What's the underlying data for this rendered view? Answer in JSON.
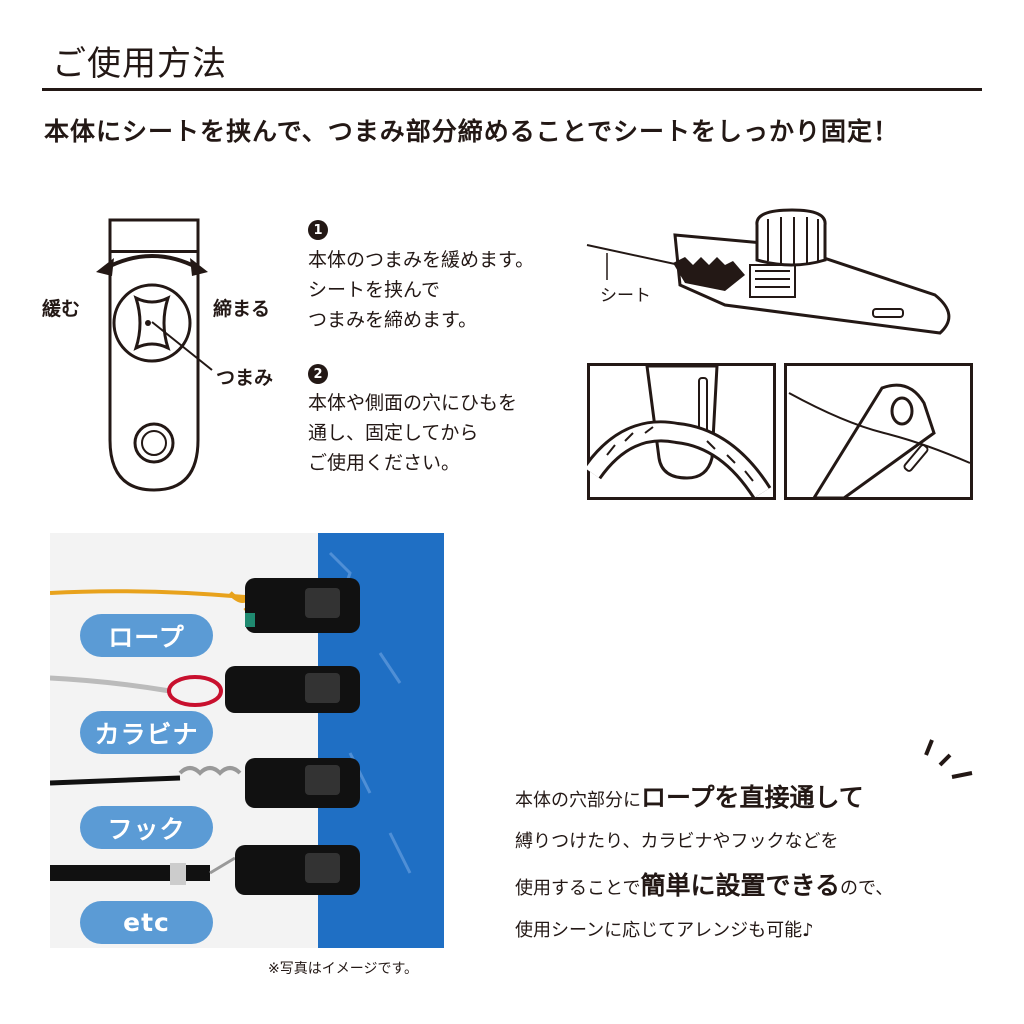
{
  "header": {
    "title": "ご使用方法",
    "lead": "本体にシートを挟んで、つまみ部分締めることでシートをしっかり固定！"
  },
  "diagram": {
    "loosen_label": "緩む",
    "tighten_label": "締まる",
    "knob_label": "つまみ",
    "sheet_label": "シート"
  },
  "steps": [
    {
      "number": "1",
      "lines": [
        "本体のつまみを緩めます。",
        "シートを挟んで",
        "つまみを締めます。"
      ]
    },
    {
      "number": "2",
      "lines": [
        "本体や側面の穴にひもを",
        "通し、固定してから",
        "ご使用ください。"
      ]
    }
  ],
  "photo": {
    "labels": [
      "ロープ",
      "カラビナ",
      "フック",
      "etc"
    ],
    "note": "※写真はイメージです。"
  },
  "body": {
    "l1_a": "本体の穴部分に",
    "l1_b": "ロープを直接通して",
    "l2": "縛りつけたり、カラビナやフックなどを",
    "l3_a": "使用することで",
    "l3_b": "簡単に設置できる",
    "l3_c": "ので、",
    "l4": "使用シーンに応じてアレンジも可能♪"
  },
  "colors": {
    "text": "#231815",
    "pill": "#5b9bd5",
    "tarp": "#1f6fc4",
    "rope": "#e8a21c",
    "carabiner": "#c8102e"
  }
}
